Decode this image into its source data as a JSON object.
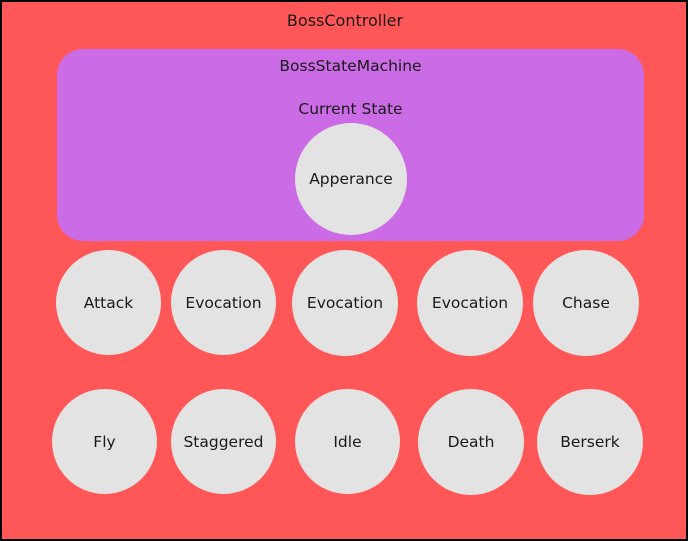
{
  "controller": {
    "title": "BossController"
  },
  "state_machine": {
    "title": "BossStateMachine",
    "current_state_label": "Current State",
    "current_state": "Apperance"
  },
  "states": {
    "row1": [
      "Attack",
      "Evocation",
      "Evocation",
      "Evocation",
      "Chase"
    ],
    "row2": [
      "Fly",
      "Staggered",
      "Idle",
      "Death",
      "Berserk"
    ]
  },
  "colors": {
    "controller_bg": "#ff5757",
    "state_machine_bg": "#cb6ce6",
    "state_circle": "#e3e3e3",
    "border": "#000000"
  }
}
